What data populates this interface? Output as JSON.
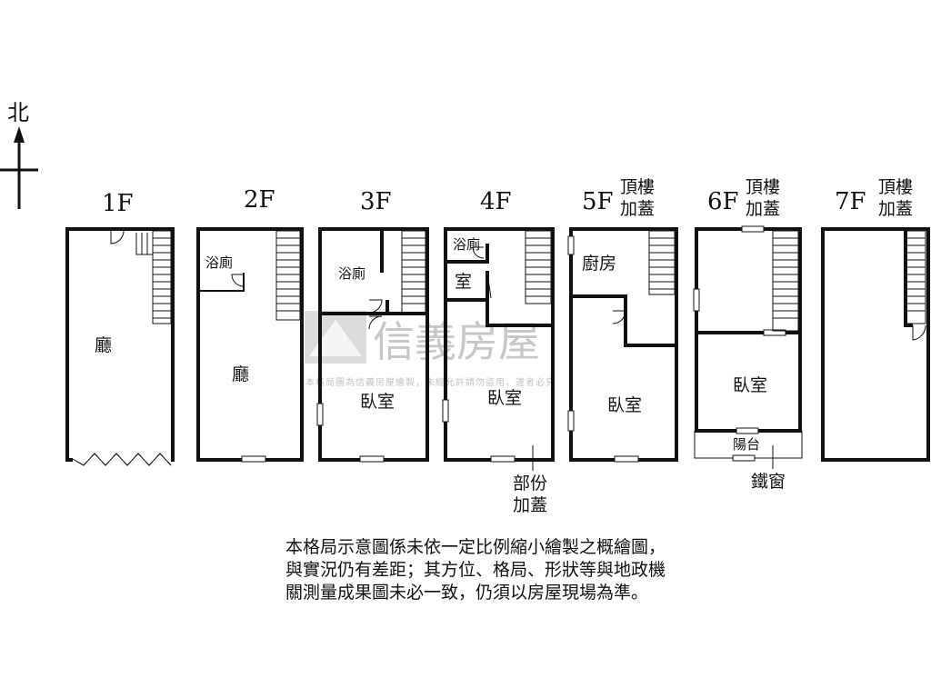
{
  "compass": {
    "label": "北"
  },
  "floors": [
    {
      "id": "1F",
      "label": "1F",
      "tag": [],
      "rooms": [
        "廳"
      ]
    },
    {
      "id": "2F",
      "label": "2F",
      "tag": [],
      "rooms": [
        "浴廁",
        "廳"
      ]
    },
    {
      "id": "3F",
      "label": "3F",
      "tag": [],
      "rooms": [
        "浴廁",
        "臥室"
      ]
    },
    {
      "id": "4F",
      "label": "4F",
      "tag": [],
      "rooms": [
        "浴廁",
        "室",
        "臥室"
      ]
    },
    {
      "id": "5F",
      "label": "5F",
      "tag": [
        "頂樓",
        "加蓋"
      ],
      "rooms": [
        "廚房",
        "臥室"
      ]
    },
    {
      "id": "6F",
      "label": "6F",
      "tag": [
        "頂樓",
        "加蓋"
      ],
      "rooms": [
        "臥室",
        "陽台"
      ]
    },
    {
      "id": "7F",
      "label": "7F",
      "tag": [
        "頂樓",
        "加蓋"
      ],
      "rooms": []
    }
  ],
  "annotations": {
    "partial_addition": [
      "部份",
      "加蓋"
    ],
    "iron_window": "鐵窗"
  },
  "watermark": {
    "name": "信義房屋",
    "notice": "本格局圖為信義房屋繪製，未經允許請勿盜用，違者必究"
  },
  "disclaimer": [
    "本格局示意圖係未依一定比例縮小繪製之概繪圖，",
    "與實況仍有差距；其方位、格局、形狀等與地政機",
    "關測量成果圖未必一致，仍須以房屋現場為準。"
  ]
}
